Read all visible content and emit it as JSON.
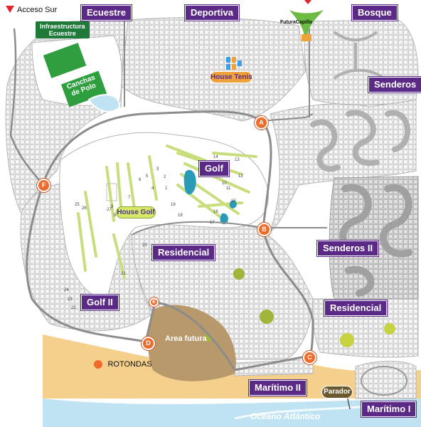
{
  "header": {
    "acceso_sur": "Acceso Sur",
    "futura_capilla": "FuturaCapilla"
  },
  "zones": {
    "ecuestre": "Ecuestre",
    "deportiva": "Deportiva",
    "bosque": "Bosque",
    "senderos": "Senderos",
    "golf": "Golf",
    "residencial_center": "Residencial",
    "senderos_ii": "Senderos II",
    "residencial_east": "Residencial",
    "golf_ii": "Golf II",
    "maritimo_ii": "Marítimo II",
    "maritimo_i": "Marítimo I"
  },
  "facilities": {
    "infraestructura_ecuestre": [
      "Infraestructura",
      "Ecuestre"
    ],
    "canchas_de_polo": [
      "Canchas",
      "de Polo"
    ],
    "house_tenis": "House Tenis",
    "house_golf": "House Golf",
    "area_futura": "Area futura",
    "parador": "Parador"
  },
  "rotondas": {
    "a": "A",
    "b": "B",
    "c": "C",
    "d": "D",
    "e": "E",
    "f": "F"
  },
  "legend": {
    "rotondas_label": "ROTONDAS"
  },
  "ocean": "Océano Atlántico",
  "golf_holes": [
    "1",
    "2",
    "3",
    "4",
    "5",
    "6",
    "7",
    "8",
    "9",
    "10",
    "11",
    "12",
    "13",
    "14",
    "15",
    "16",
    "17",
    "18",
    "19",
    "20",
    "21",
    "22",
    "23",
    "24",
    "25",
    "26",
    "27"
  ],
  "colors": {
    "zone_label_bg": "#5b2a86",
    "rotonda": "#ee6b2d",
    "green": "#2e9e3e",
    "fairway": "#d4e88a",
    "beach": "#f5cf8c",
    "ocean": "#bfe3f2",
    "area_futura": "#b7996c",
    "lots": "#d7d7d7",
    "house_orange": "#f0a23a",
    "house_golf": "#d9e766"
  }
}
